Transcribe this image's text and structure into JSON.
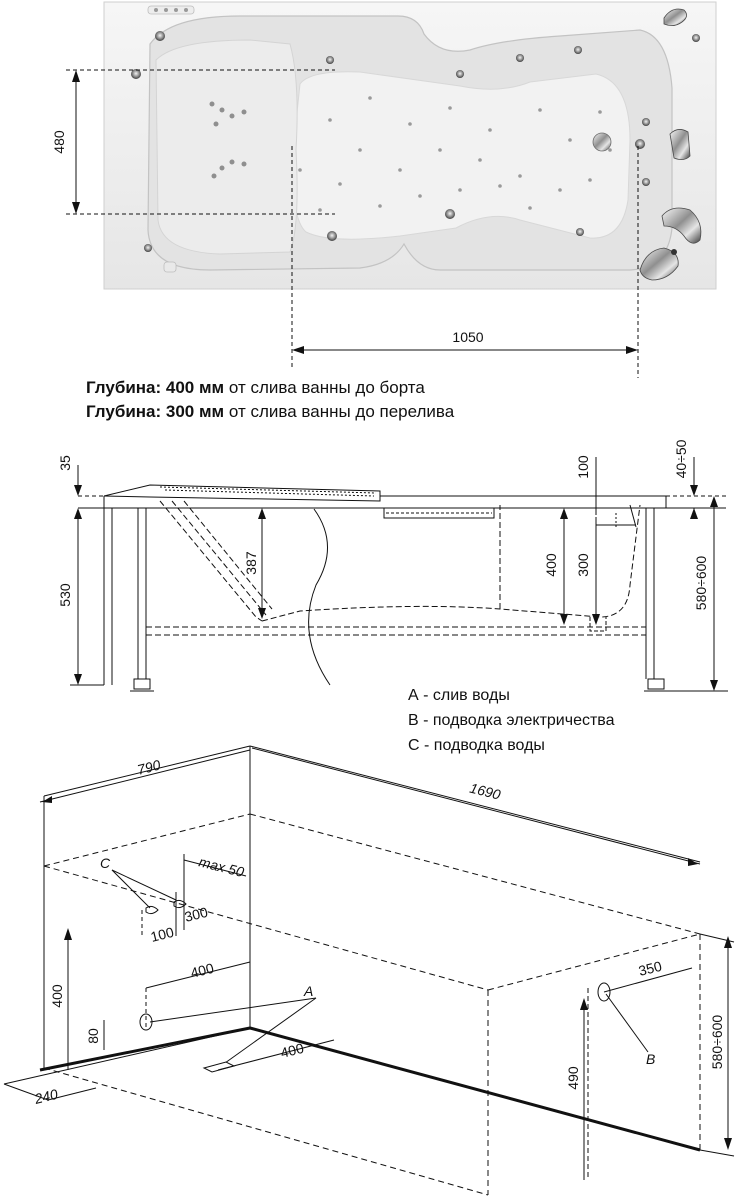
{
  "plan": {
    "dim_width_bowl": "480",
    "dim_length_bowl": "1050"
  },
  "notes": [
    {
      "label": "Глубина:",
      "value": "400 мм",
      "text": "от слива ванны до борта"
    },
    {
      "label": "Глубина:",
      "value": "300 мм",
      "text": "от слива ванны до перелива"
    }
  ],
  "side": {
    "dim_rim": "35",
    "dim_total_height": "530",
    "dim_depth_head": "387",
    "dim_depth_drain": "400",
    "dim_overflow": "300",
    "dim_overflow_top": "100",
    "dim_adjust": "40÷50",
    "dim_height_range": "580÷600"
  },
  "legend": [
    "А - слив воды",
    "В - подводка электричества",
    "С - подводка воды"
  ],
  "iso": {
    "dim_width": "790",
    "dim_length": "1690",
    "dim_height_range": "580÷600",
    "dim_c_max": "max 50",
    "dim_c_300": "300",
    "dim_c_100": "100",
    "dim_a_400_top": "400",
    "dim_a_height": "400",
    "dim_a_80": "80",
    "dim_a_400_floor": "400",
    "dim_b_350": "350",
    "dim_b_490": "490",
    "dim_240": "240",
    "label_a": "A",
    "label_b": "B",
    "label_c": "C"
  }
}
